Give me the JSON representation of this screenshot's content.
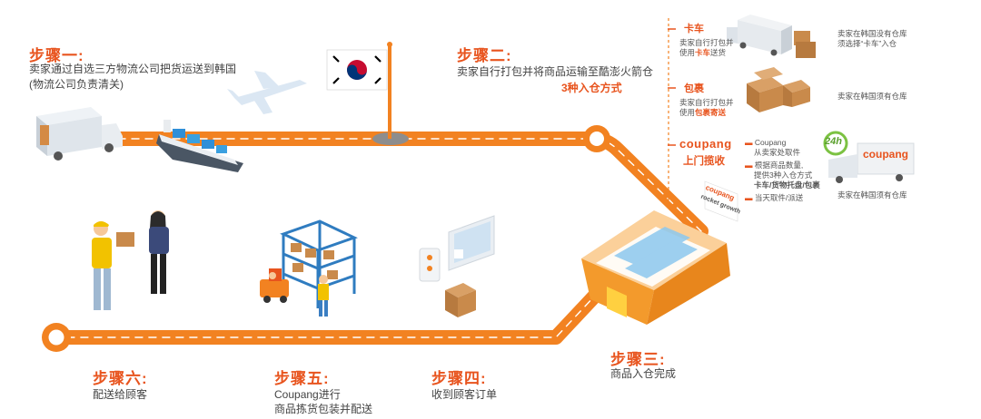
{
  "colors": {
    "orange": "#f28221",
    "dark_orange": "#e8541e",
    "road": "#f58a2a",
    "text": "#444444"
  },
  "steps": {
    "s1": {
      "title": "步骤一:",
      "line1": "卖家通过自选三方物流公司把货运送到韩国",
      "line2": "(物流公司负责清关)"
    },
    "s2": {
      "title": "步骤二:",
      "line1": "卖家自行打包并将商品运输至酷澎火箭仓",
      "line2": "3种入仓方式"
    },
    "s3": {
      "title": "步骤三:",
      "line1": "商品入仓完成"
    },
    "s4": {
      "title": "步骤四:",
      "line1": "收到顾客订单"
    },
    "s5": {
      "title": "步骤五:",
      "line1": "Coupang进行",
      "line2": "商品拣货包装并配送"
    },
    "s6": {
      "title": "步骤六:",
      "line1": "配送给顾客"
    }
  },
  "options": {
    "truck": {
      "title": "卡车",
      "desc1": "卖家自行打包并",
      "desc2_pre": "使用",
      "desc2_hl": "卡车",
      "desc2_post": "送货",
      "note1": "卖家在韩国没有仓库",
      "note2": "须选择“卡车”入仓"
    },
    "parcel": {
      "title": "包裹",
      "desc1": "卖家自行打包并",
      "desc2_pre": "使用",
      "desc2_hl": "包裹寄送",
      "note1": "卖家在韩国须有仓库"
    },
    "pickup": {
      "brand": "coupang",
      "title": "上门揽收",
      "b1a": "Coupang",
      "b1b": "从卖家处取件",
      "b2a": "根据商品数量,",
      "b2b": "提供3种入仓方式",
      "b2c": "卡车/货物托盘/包裹",
      "b3": "当天取件/派送",
      "note1": "卖家在韩国须有仓库",
      "badge": "24h",
      "truck_brand": "coupang"
    }
  },
  "warehouse": {
    "sign1": "coupang",
    "sign2": "rocket growth"
  },
  "icons": [
    "truck-icon",
    "ship-icon",
    "airplane-icon",
    "korea-flag-icon",
    "warehouse-icon",
    "boxes-icon",
    "shelf-icon",
    "forklift-icon",
    "monitor-icon",
    "courier-icon",
    "customer-icon"
  ]
}
